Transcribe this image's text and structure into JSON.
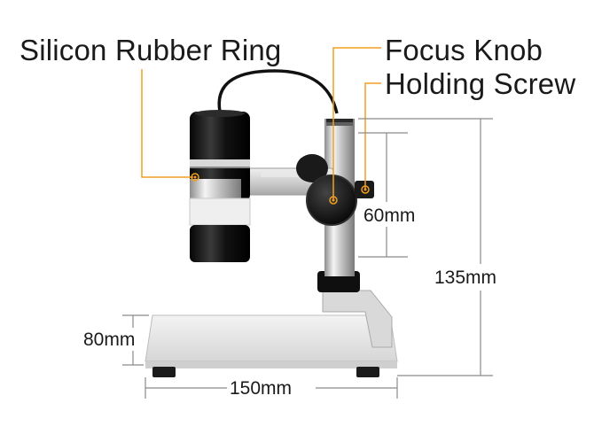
{
  "callouts": {
    "silicon_ring": "Silicon Rubber Ring",
    "focus_knob": "Focus Knob",
    "holding_screw": "Holding Screw"
  },
  "dimensions": {
    "travel": "60mm",
    "height": "135mm",
    "depth": "80mm",
    "width": "150mm"
  },
  "colors": {
    "callout_line": "#f0a020",
    "dimension_line": "#8a8a8a",
    "base_plate": "#e8e8e8",
    "body_black": "#151515",
    "chrome": "#c9c9c9"
  }
}
